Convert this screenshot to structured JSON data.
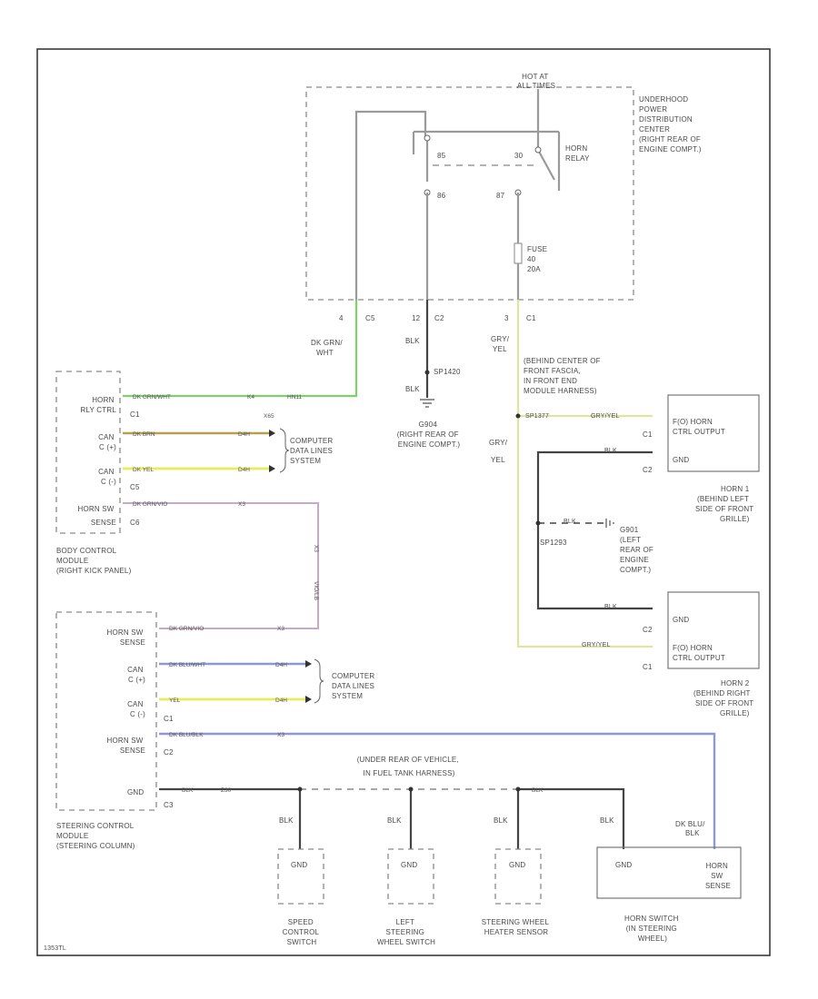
{
  "labels": {
    "hot_at_all_times": [
      "HOT AT",
      "ALL TIMES"
    ],
    "updc": [
      "UNDERHOOD",
      "POWER",
      "DISTRIBUTION",
      "CENTER",
      "(RIGHT REAR OF",
      "ENGINE COMPT.)"
    ],
    "horn_relay": [
      "HORN",
      "RELAY"
    ],
    "relay_pin_85": "85",
    "relay_pin_30": "30",
    "relay_pin_86": "86",
    "relay_pin_87": "87",
    "fuse": [
      "FUSE",
      "40",
      "20A"
    ],
    "c5_pin": "4",
    "c5": "C5",
    "c2_pin": "12",
    "c2": "C2",
    "c1_pin": "3",
    "c1": "C1",
    "wire_dk_grn_wht": [
      "DK GRN/",
      "WHT"
    ],
    "wire_blk_1": "BLK",
    "wire_blk_2": "BLK",
    "wire_gry_yel_1": [
      "GRY/",
      "YEL"
    ],
    "wire_gry_yel_2": [
      "GRY/",
      "YEL"
    ],
    "splice_sp1420": "SP1420",
    "ground_g904": [
      "G904",
      "(RIGHT REAR OF",
      "ENGINE COMPT.)"
    ],
    "front_fascia": [
      "(BEHIND CENTER OF",
      "FRONT FASCIA,",
      "IN FRONT END",
      "MODULE HARNESS)"
    ],
    "splice_sp1377": "SP1377",
    "wire_gry_yel_h1": "GRY/YEL",
    "bcm": {
      "horn_rly_ctrl": [
        "HORN",
        "RLY CTRL"
      ],
      "can_h": [
        "CAN",
        "C (+)"
      ],
      "can_l": [
        "CAN",
        "C (-)"
      ],
      "horn_sw_sense": [
        "HORN SW",
        "SENSE"
      ],
      "c1": "C1",
      "c5": "C5",
      "c6": "C6",
      "title": [
        "BODY CONTROL",
        "MODULE",
        "(RIGHT KICK PANEL)"
      ]
    },
    "bcm_wires": {
      "w1": "DK GRN/WHT",
      "w1_code": "K4",
      "w1_code2": "HN11",
      "w2": "DK BRN",
      "w2_code": "D4H",
      "w3": "DK YEL",
      "w3_code": "D4H",
      "w4": "DK GRN/VIO",
      "w4_code": "X3",
      "code_x65": "X65",
      "code_h2": "HN11",
      "vertical_code": "X3",
      "vertical_code2": "VIO/LB"
    },
    "computer_data_1": [
      "COMPUTER",
      "DATA LINES",
      "SYSTEM"
    ],
    "computer_data_2": [
      "COMPUTER",
      "DATA LINES",
      "SYSTEM"
    ],
    "horn1": {
      "output": [
        "F(O) HORN",
        "CTRL OUTPUT"
      ],
      "gnd": "GND",
      "c1": "C1",
      "c2": "C2",
      "wire_blk": "BLK",
      "title": [
        "HORN 1",
        "(BEHIND LEFT",
        "SIDE OF FRONT",
        "GRILLE)"
      ]
    },
    "horn2": {
      "gnd": "GND",
      "output": [
        "F(O) HORN",
        "CTRL OUTPUT"
      ],
      "c1": "C1",
      "c2": "C2",
      "wire_blk": "BLK",
      "wire_gry_yel": "GRY/YEL",
      "title": [
        "HORN 2",
        "(BEHIND RIGHT",
        "SIDE OF FRONT",
        "GRILLE)"
      ]
    },
    "g901": [
      "G901",
      "(LEFT",
      "REAR OF",
      "ENGINE",
      "COMPT.)"
    ],
    "splice_sp1293": "SP1293",
    "wire_blk_g": "BLK",
    "scm": {
      "horn_sw_sense": [
        "HORN SW",
        "SENSE"
      ],
      "can_h": [
        "CAN",
        "C (+)"
      ],
      "can_l": [
        "CAN",
        "C (-)"
      ],
      "horn_sw_sense2": [
        "HORN SW",
        "SENSE"
      ],
      "gnd": "GND",
      "c1": "C1",
      "c2": "C2",
      "c3": "C3",
      "title": [
        "STEERING CONTROL",
        "MODULE",
        "(STEERING COLUMN)"
      ]
    },
    "scm_wires": {
      "w1": "DK GRN/VIO",
      "w1_code": "X3",
      "w2": "DK BLU/WHT",
      "w2_code": "D4H",
      "w3": "YEL",
      "w3_code": "D4H",
      "w4": "DK BLU/BLK",
      "w4_code": "X3",
      "w5": "BLK",
      "w5_code": "Z30"
    },
    "under_rear": [
      "(UNDER REAR OF VEHICLE,",
      "IN FUEL TANK HARNESS)"
    ],
    "bottom_wires": {
      "blk1": "BLK",
      "blk2": "BLK",
      "blk3": "BLK",
      "blk4": "BLK",
      "blk5": "BLK",
      "dk_blu_blk": [
        "DK BLU/",
        "BLK"
      ]
    },
    "switches": {
      "gnd": "GND",
      "speed_control": [
        "SPEED",
        "CONTROL",
        "SWITCH"
      ],
      "left_steering": [
        "LEFT",
        "STEERING",
        "WHEEL SWITCH"
      ],
      "heater_sensor": [
        "STEERING WHEEL",
        "HEATER SENSOR"
      ],
      "horn_switch": [
        "HORN SWITCH",
        "(IN STEERING",
        "WHEEL)"
      ],
      "horn_sw_sense": [
        "HORN",
        "SW",
        "SENSE"
      ]
    },
    "page_code": "1353TL"
  }
}
